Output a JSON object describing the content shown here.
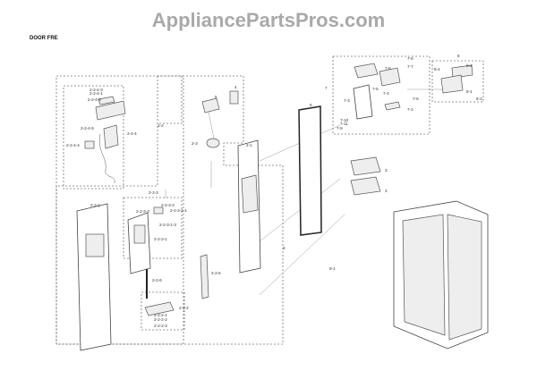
{
  "watermark": "AppliancePartsPros.com",
  "section_title": "DOOR FRE",
  "callouts": [
    "2-2-4-3",
    "2-2-4-1",
    "2-2-4-2",
    "2-2-4-5",
    "2-2-4",
    "2-2-4-4",
    "2-2",
    "5",
    "4",
    "2-3",
    "2-2-3",
    "2-2-3-2",
    "2-2-3-3",
    "2-2-3-1-1",
    "2-2-3-1-3",
    "2-2-3-1",
    "2-2-1",
    "2-2-5",
    "2-2-6",
    "2-2-2",
    "2-2-2-1",
    "2-2-2-2",
    "2-2-2-3",
    "6",
    "2-1",
    "3",
    "3",
    "3",
    "9-1",
    "7-10",
    "7-11",
    "7-9",
    "7-3",
    "7-8",
    "7-7",
    "7",
    "7-6",
    "7-5",
    "7-4",
    "7-5",
    "7-2",
    "8",
    "8-2",
    "8-4",
    "8-1",
    "8-3"
  ]
}
